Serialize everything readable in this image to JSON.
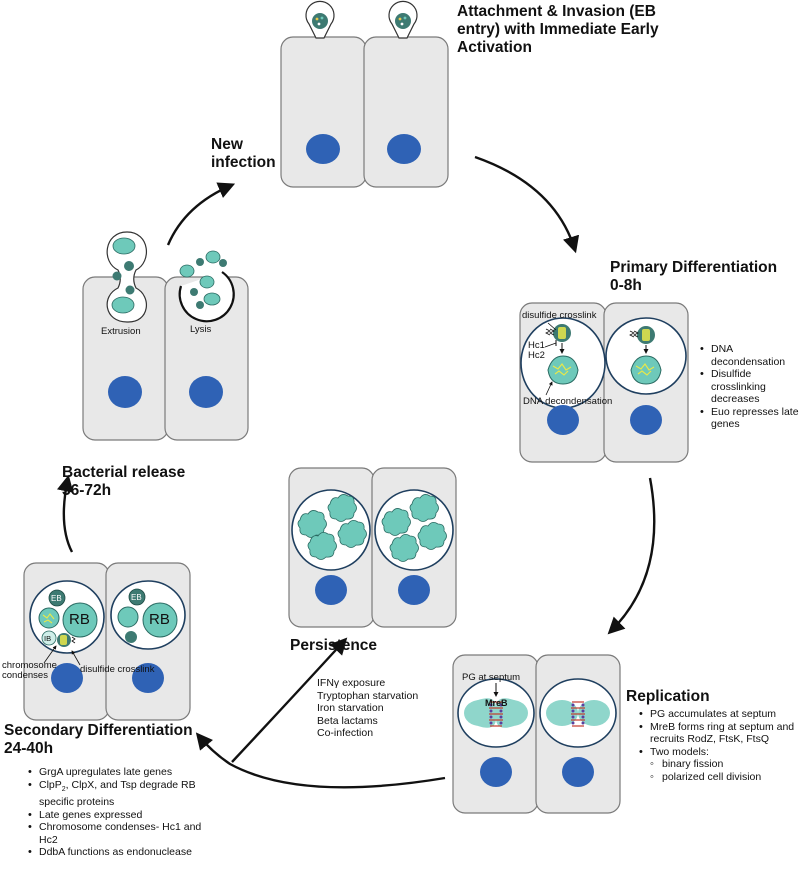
{
  "stages": {
    "attachment": {
      "title_l1": "Attachment & Invasion (EB",
      "title_l2": "entry) with Immediate Early",
      "title_l3": "Activation"
    },
    "new_infection": {
      "title_l1": "New",
      "title_l2": "infection"
    },
    "primary": {
      "title_l1": "Primary Differentiation",
      "title_l2": "0-8h",
      "bullets": [
        "DNA decondensation",
        "Disulfide crosslinking decreases",
        "Euo represses late genes"
      ],
      "labels": {
        "crosslink": "disulfide crosslink",
        "hc1": "Hc1",
        "hc2": "Hc2",
        "decondensation": "DNA decondensation"
      }
    },
    "release": {
      "title_l1": "Bacterial release",
      "title_l2": "36-72h",
      "labels": {
        "extrusion": "Extrusion",
        "lysis": "Lysis"
      }
    },
    "persistence": {
      "title": "Persistence",
      "triggers": [
        "IFNγ exposure",
        "Tryptophan starvation",
        "Iron starvation",
        "Beta lactams",
        "Co-infection"
      ]
    },
    "replication": {
      "title": "Replication",
      "bullet1": "PG accumulates at septum",
      "bullet2": "MreB forms ring at septum and recruits RodZ, FtsK, FtsQ",
      "bullet3": "Two models:",
      "sub1": "binary fission",
      "sub2": "polarized cell division",
      "labels": {
        "pg": "PG at septum",
        "mreb": "MreB"
      }
    },
    "secondary": {
      "title_l1": "Secondary Differentiation",
      "title_l2": "24-40h",
      "b1": "GrgA upregulates late genes",
      "b2_pre": "ClpP",
      "b2_sub": "2",
      "b2_post": ", ClpX, and Tsp degrade RB specific proteins",
      "b3": "Late genes expressed",
      "b4": "Chromosome condenses- Hc1 and Hc2",
      "b5": "DdbA functions as endonuclease",
      "labels": {
        "eb": "EB",
        "rb": "RB",
        "ib": "IB",
        "chromosome": "chromosome",
        "condenses": "condenses",
        "crosslink": "disulfide crosslink"
      }
    }
  },
  "colors": {
    "cell_fill": "#e8e8e8",
    "cell_stroke": "#7a7a7a",
    "nucleus": "#2f62b5",
    "teal": "#6ec9ba",
    "dark_teal": "#3d7a72",
    "yellow": "#e8e84a",
    "arrow": "#111111"
  }
}
